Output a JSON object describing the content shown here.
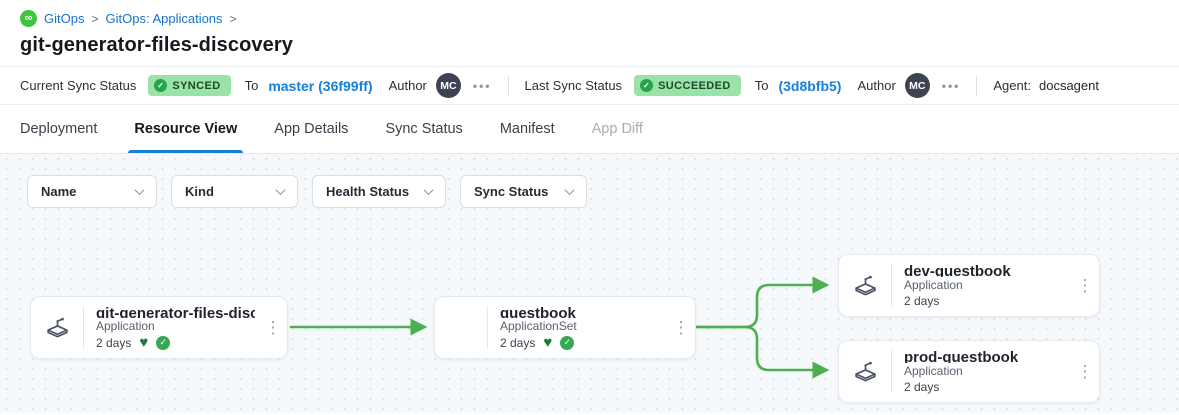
{
  "breadcrumb": {
    "icon": "gitops-logo",
    "separator": ">",
    "items": [
      {
        "label": "GitOps"
      },
      {
        "label": "GitOps: Applications"
      }
    ]
  },
  "page_title": "git-generator-files-discovery",
  "status_bar": {
    "current_sync": {
      "label": "Current Sync Status",
      "status": "SYNCED",
      "to_label": "To",
      "revision": "master (36f99ff)",
      "author_label": "Author",
      "author_initials": "MC"
    },
    "last_sync": {
      "label": "Last Sync Status",
      "status": "SUCCEEDED",
      "to_label": "To",
      "revision": "(3d8bfb5)",
      "author_label": "Author",
      "author_initials": "MC"
    },
    "agent": {
      "label": "Agent:",
      "value": "docsagent"
    }
  },
  "tabs": [
    {
      "label": "Deployment"
    },
    {
      "label": "Resource View"
    },
    {
      "label": "App Details"
    },
    {
      "label": "Sync Status"
    },
    {
      "label": "Manifest"
    },
    {
      "label": "App Diff"
    }
  ],
  "filters": [
    {
      "label": "Name"
    },
    {
      "label": "Kind"
    },
    {
      "label": "Health Status"
    },
    {
      "label": "Sync Status"
    }
  ],
  "graph": {
    "nodes": [
      {
        "title": "git-generator-files-disco...",
        "kind": "Application",
        "age": "2 days",
        "health": "healthy",
        "sync": "synced"
      },
      {
        "title": "guestbook",
        "kind": "ApplicationSet",
        "age": "2 days",
        "health": "healthy",
        "sync": "synced"
      },
      {
        "title": "dev-guestbook",
        "kind": "Application",
        "age": "2 days"
      },
      {
        "title": "prod-guestbook",
        "kind": "Application",
        "age": "2 days"
      }
    ]
  },
  "icons": {
    "infinity": "∞",
    "check": "✓",
    "heart": "♥",
    "kebab": "⋮",
    "ellipsis": "•••"
  },
  "colors": {
    "accent_blue": "#1a7fd6",
    "edge_green": "#4caf50",
    "badge_bg": "#99e3a8",
    "badge_text": "#1c4a2c",
    "health_green": "#1c7c33",
    "sync_green": "#34a853"
  }
}
